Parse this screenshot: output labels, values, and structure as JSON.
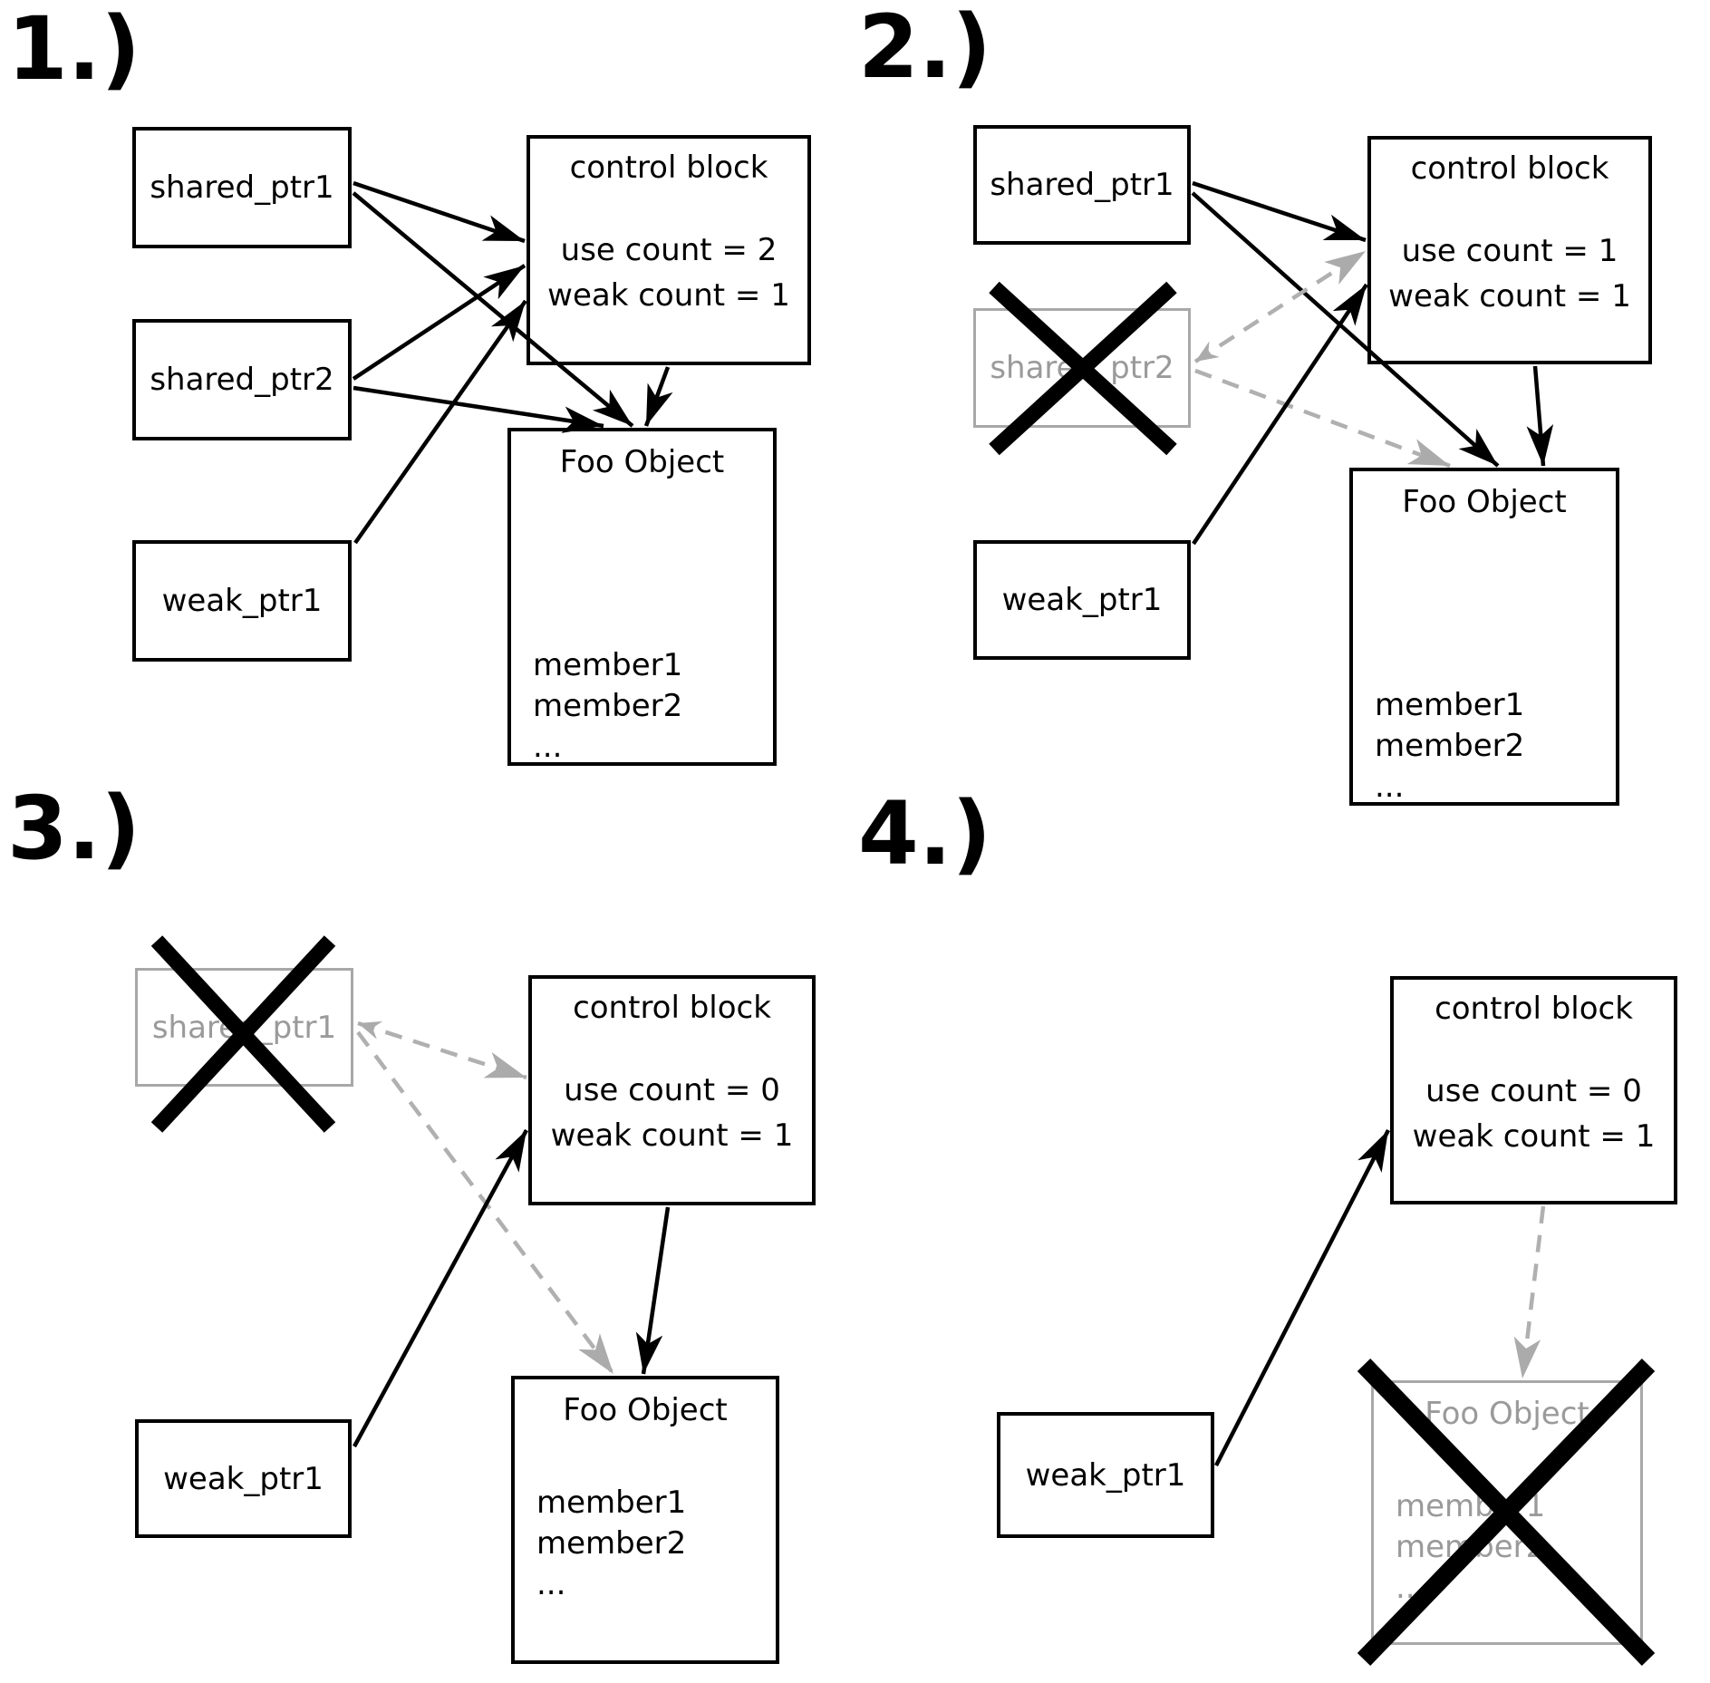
{
  "panels": [
    {
      "label": "1.)",
      "nodes": {
        "shared_ptr1": {
          "label": "shared_ptr1",
          "crossed_out": false
        },
        "shared_ptr2": {
          "label": "shared_ptr2",
          "crossed_out": false
        },
        "weak_ptr1": {
          "label": "weak_ptr1",
          "crossed_out": false
        },
        "control_block": {
          "title": "control block",
          "use_count": "use count = 2",
          "weak_count": "weak count = 1",
          "crossed_out": false
        },
        "foo_object": {
          "title": "Foo Object",
          "members": [
            "member1",
            "member2",
            "..."
          ],
          "crossed_out": false
        }
      },
      "edges": [
        {
          "from": "shared_ptr1",
          "to": "control_block",
          "style": "solid"
        },
        {
          "from": "shared_ptr1",
          "to": "foo_object",
          "style": "solid"
        },
        {
          "from": "shared_ptr2",
          "to": "control_block",
          "style": "solid"
        },
        {
          "from": "shared_ptr2",
          "to": "foo_object",
          "style": "solid"
        },
        {
          "from": "weak_ptr1",
          "to": "control_block",
          "style": "solid"
        },
        {
          "from": "control_block",
          "to": "foo_object",
          "style": "solid"
        }
      ]
    },
    {
      "label": "2.)",
      "nodes": {
        "shared_ptr1": {
          "label": "shared_ptr1",
          "crossed_out": false
        },
        "shared_ptr2": {
          "label": "shared_ptr2",
          "crossed_out": true
        },
        "weak_ptr1": {
          "label": "weak_ptr1",
          "crossed_out": false
        },
        "control_block": {
          "title": "control block",
          "use_count": "use count = 1",
          "weak_count": "weak count = 1",
          "crossed_out": false
        },
        "foo_object": {
          "title": "Foo Object",
          "members": [
            "member1",
            "member2",
            "..."
          ],
          "crossed_out": false
        }
      },
      "edges": [
        {
          "from": "shared_ptr1",
          "to": "control_block",
          "style": "solid"
        },
        {
          "from": "shared_ptr1",
          "to": "foo_object",
          "style": "solid"
        },
        {
          "from": "shared_ptr2",
          "to": "control_block",
          "style": "dashed"
        },
        {
          "from": "shared_ptr2",
          "to": "foo_object",
          "style": "dashed"
        },
        {
          "from": "weak_ptr1",
          "to": "control_block",
          "style": "solid"
        },
        {
          "from": "control_block",
          "to": "foo_object",
          "style": "solid"
        }
      ]
    },
    {
      "label": "3.)",
      "nodes": {
        "shared_ptr1": {
          "label": "shared_ptr1",
          "crossed_out": true
        },
        "weak_ptr1": {
          "label": "weak_ptr1",
          "crossed_out": false
        },
        "control_block": {
          "title": "control block",
          "use_count": "use count = 0",
          "weak_count": "weak count = 1",
          "crossed_out": false
        },
        "foo_object": {
          "title": "Foo Object",
          "members": [
            "member1",
            "member2",
            "..."
          ],
          "crossed_out": false
        }
      },
      "edges": [
        {
          "from": "shared_ptr1",
          "to": "control_block",
          "style": "dashed"
        },
        {
          "from": "shared_ptr1",
          "to": "foo_object",
          "style": "dashed"
        },
        {
          "from": "weak_ptr1",
          "to": "control_block",
          "style": "solid"
        },
        {
          "from": "control_block",
          "to": "foo_object",
          "style": "solid"
        }
      ]
    },
    {
      "label": "4.)",
      "nodes": {
        "weak_ptr1": {
          "label": "weak_ptr1",
          "crossed_out": false
        },
        "control_block": {
          "title": "control block",
          "use_count": "use count = 0",
          "weak_count": "weak count = 1",
          "crossed_out": false
        },
        "foo_object": {
          "title": "Foo Object",
          "members": [
            "member1",
            "member2",
            "..."
          ],
          "crossed_out": true
        }
      },
      "edges": [
        {
          "from": "weak_ptr1",
          "to": "control_block",
          "style": "solid"
        },
        {
          "from": "control_block",
          "to": "foo_object",
          "style": "dashed"
        }
      ]
    }
  ],
  "colors": {
    "ink": "#000000",
    "background": "#ffffff",
    "dead_text": "#9a9a9a",
    "dead_border": "#a8a8a8",
    "dashed_arrow": "#b0b0b0",
    "gray_arrowhead": "#ababab"
  }
}
